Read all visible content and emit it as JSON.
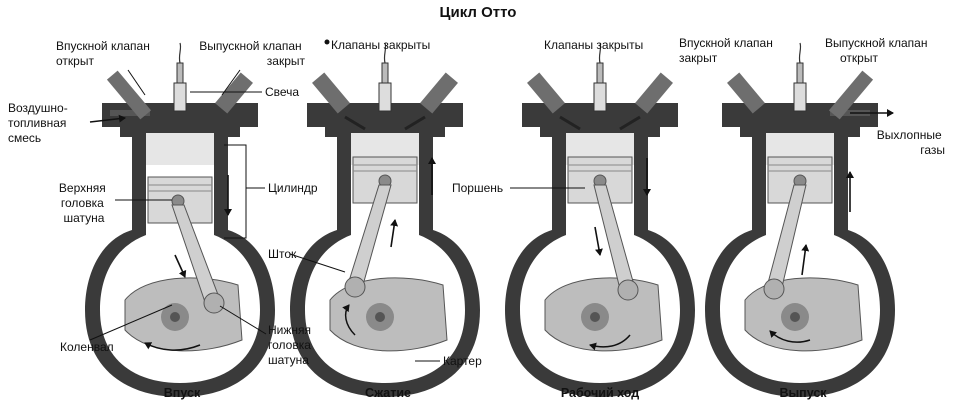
{
  "title": "Цикл Отто",
  "strokes": {
    "intake": "Впуск",
    "compression": "Сжатие",
    "power": "Рабочий ход",
    "exhaust": "Выпуск"
  },
  "labels": {
    "intake_valve_open": [
      "Впускной клапан",
      "открыт"
    ],
    "exhaust_valve_closed": [
      "Выпускной клапан",
      "закрыт"
    ],
    "spark_plug": "Свеча",
    "air_fuel_mix": [
      "Воздушно-",
      "топливная",
      "смесь"
    ],
    "cylinder": "Цилиндр",
    "small_end": [
      "Верхняя",
      "головка",
      "шатуна"
    ],
    "rod": "Шток",
    "crankshaft": "Коленвал",
    "big_end": [
      "Нижняя",
      "головка",
      "шатуна"
    ],
    "crankcase": "Картер",
    "valves_closed_1": "Клапаны закрыты",
    "piston": "Поршень",
    "valves_closed_2": "Клапаны закрыты",
    "intake_valve_closed": [
      "Впускной клапан",
      "закрыт"
    ],
    "exhaust_valve_open": [
      "Выпускной клапан",
      "открыт"
    ],
    "exhaust_gases": [
      "Выхлопные",
      "газы"
    ]
  },
  "colors": {
    "engine_body": "#3a3a3a",
    "piston": "#d8d8d8",
    "chamber_fill": "#dcdcdc",
    "crank": "#bdbdbd",
    "pin": "#8a8a8a"
  }
}
